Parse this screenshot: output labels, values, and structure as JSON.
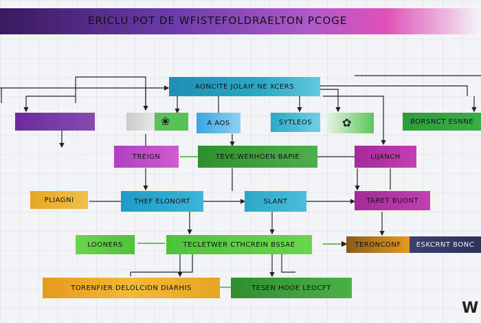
{
  "title": "ERICLU POT DE WFISTEFOLDRAELTON PCOGE",
  "nodes": {
    "top_center": "AONCITE JOLAIF NE XCERS",
    "r1_purple": "",
    "r1_gray": "",
    "r1_blue": "A AOS",
    "r1_teal": "SYTLEOS",
    "r1_green": "",
    "r1_right": "BORSNCT   ESNNE",
    "r2_left": "TREIGN",
    "r2_center": "TEVE.WERHOEN BAPIE",
    "r2_right": "LIJANCH",
    "r3_left": "PLIAGNI",
    "r3_center": "THEF ELONORT",
    "r3_mid": "SLANT",
    "r3_right": "TARET BUONT",
    "r4_left": "LOONERS",
    "r4_center": "TECLETWER CTHCREIN BSSAE",
    "r4_right": "TERONCONF",
    "r4_far_right": "ESKCRNT BONC",
    "r5_left": "TORENFIER DELOLCIDN DIARHIS",
    "r5_center": "TESEN HOOE LEOCFT"
  },
  "colors": {
    "teal": "#2aa9c6",
    "purple": "#7a2aa0",
    "magenta": "#b52aa8",
    "green": "#2e9b3a",
    "lime": "#6ad64a",
    "orange": "#e69a1e",
    "navy": "#333a66"
  },
  "icons": [
    "leaf-icon",
    "leaf-icon",
    "logo-icon"
  ]
}
